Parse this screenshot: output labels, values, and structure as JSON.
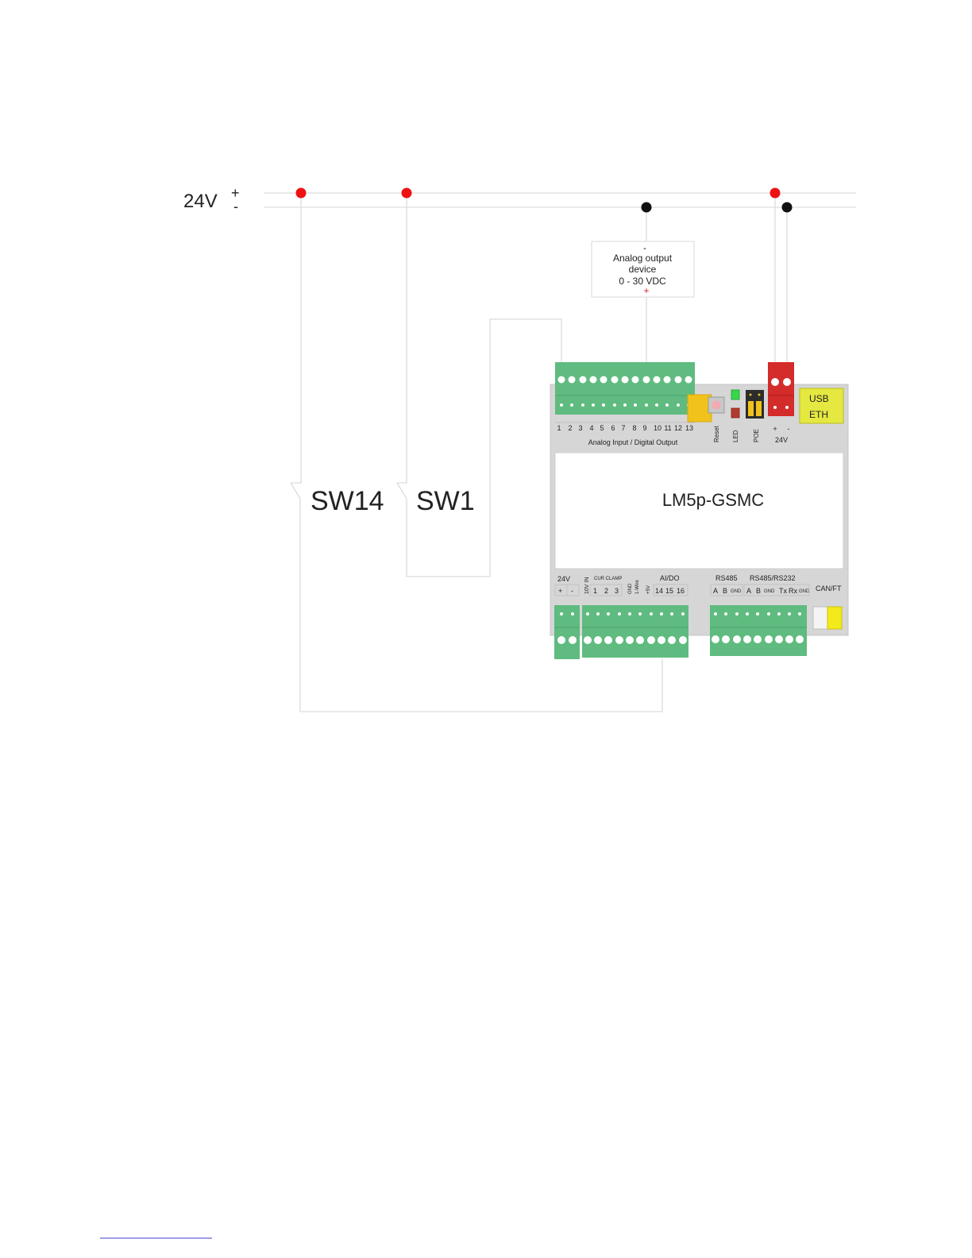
{
  "supply": {
    "label": "24V",
    "plus": "+",
    "minus": "-"
  },
  "analog_device": {
    "minus": "-",
    "line1": "Analog output",
    "line2": "device",
    "range": "0 - 30 VDC",
    "plus": "+"
  },
  "switches": {
    "sw14": "SW14",
    "sw1": "SW1"
  },
  "controller": {
    "model": "LM5p-GSMC",
    "top_terminals": [
      "1",
      "2",
      "3",
      "4",
      "5",
      "6",
      "7",
      "8",
      "9",
      "10",
      "11",
      "12",
      "13"
    ],
    "top_caption": "Analog Input / Digital Output",
    "reset": "Reset",
    "led": "LED",
    "poe": "POE",
    "power_plus": "+",
    "power_minus": "-",
    "power_label": "24V",
    "usb": "USB",
    "eth": "ETH",
    "bottom": {
      "v24": "24V",
      "plus": "+",
      "minus": "-",
      "v10_in": "10V IN",
      "cur_clamp": "CUR CLAMP",
      "clamp_numbers": [
        "1",
        "2",
        "3"
      ],
      "gnd": "GND",
      "one_wire": "1-Wire",
      "v5": "+5V",
      "aido": "AI/DO",
      "aido_numbers": [
        "14",
        "15",
        "16"
      ],
      "rs485": "RS485",
      "rs485_a": "A",
      "rs485_b": "B",
      "rs485_gnd": "GND",
      "rs485_232": "RS485/RS232",
      "rs232_a": "A",
      "rs232_b": "B",
      "rs232_gnd": "GND",
      "tx": "Tx",
      "rx": "Rx",
      "rx_gnd": "GND",
      "canft": "CAN/FT"
    }
  },
  "colors": {
    "terminal_green": "#5fbb7f",
    "red_node": "#ee1111",
    "black_node": "#111111",
    "housing": "#d6d6d6",
    "usb_yellow": "#e4e840",
    "power_red": "#d42b2b",
    "switch_yellow": "#f1c21c"
  }
}
